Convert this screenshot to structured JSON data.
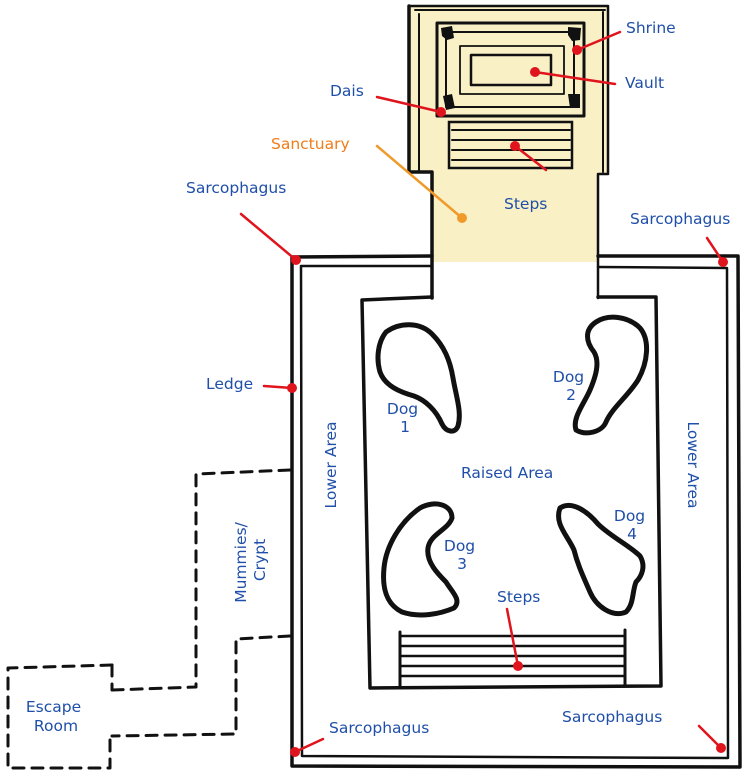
{
  "colors": {
    "ink": "#111111",
    "label_blue": "#1f4fa8",
    "label_orange": "#ef7d1a",
    "pointer_red": "#e0141d",
    "pointer_orange": "#f09a2a",
    "sanctuary_fill": "#f9f0c6"
  },
  "labels": {
    "shrine": "Shrine",
    "vault": "Vault",
    "dais": "Dais",
    "sanctuary": "Sanctuary",
    "steps_top": "Steps",
    "sarcophagus_top_left": "Sarcophagus",
    "sarcophagus_top_right": "Sarcophagus",
    "ledge": "Ledge",
    "dog1": [
      "Dog",
      "1"
    ],
    "dog2": [
      "Dog",
      "2"
    ],
    "dog3": [
      "Dog",
      "3"
    ],
    "dog4": [
      "Dog",
      "4"
    ],
    "raised_area": "Raised Area",
    "lower_area_left": "Lower Area",
    "lower_area_right": "Lower Area",
    "mummies_crypt": [
      "Mummies/",
      "Crypt"
    ],
    "steps_bottom": "Steps",
    "escape_room": [
      "Escape",
      "Room"
    ],
    "sarcophagus_bottom_left": "Sarcophagus",
    "sarcophagus_bottom_right": "Sarcophagus"
  }
}
